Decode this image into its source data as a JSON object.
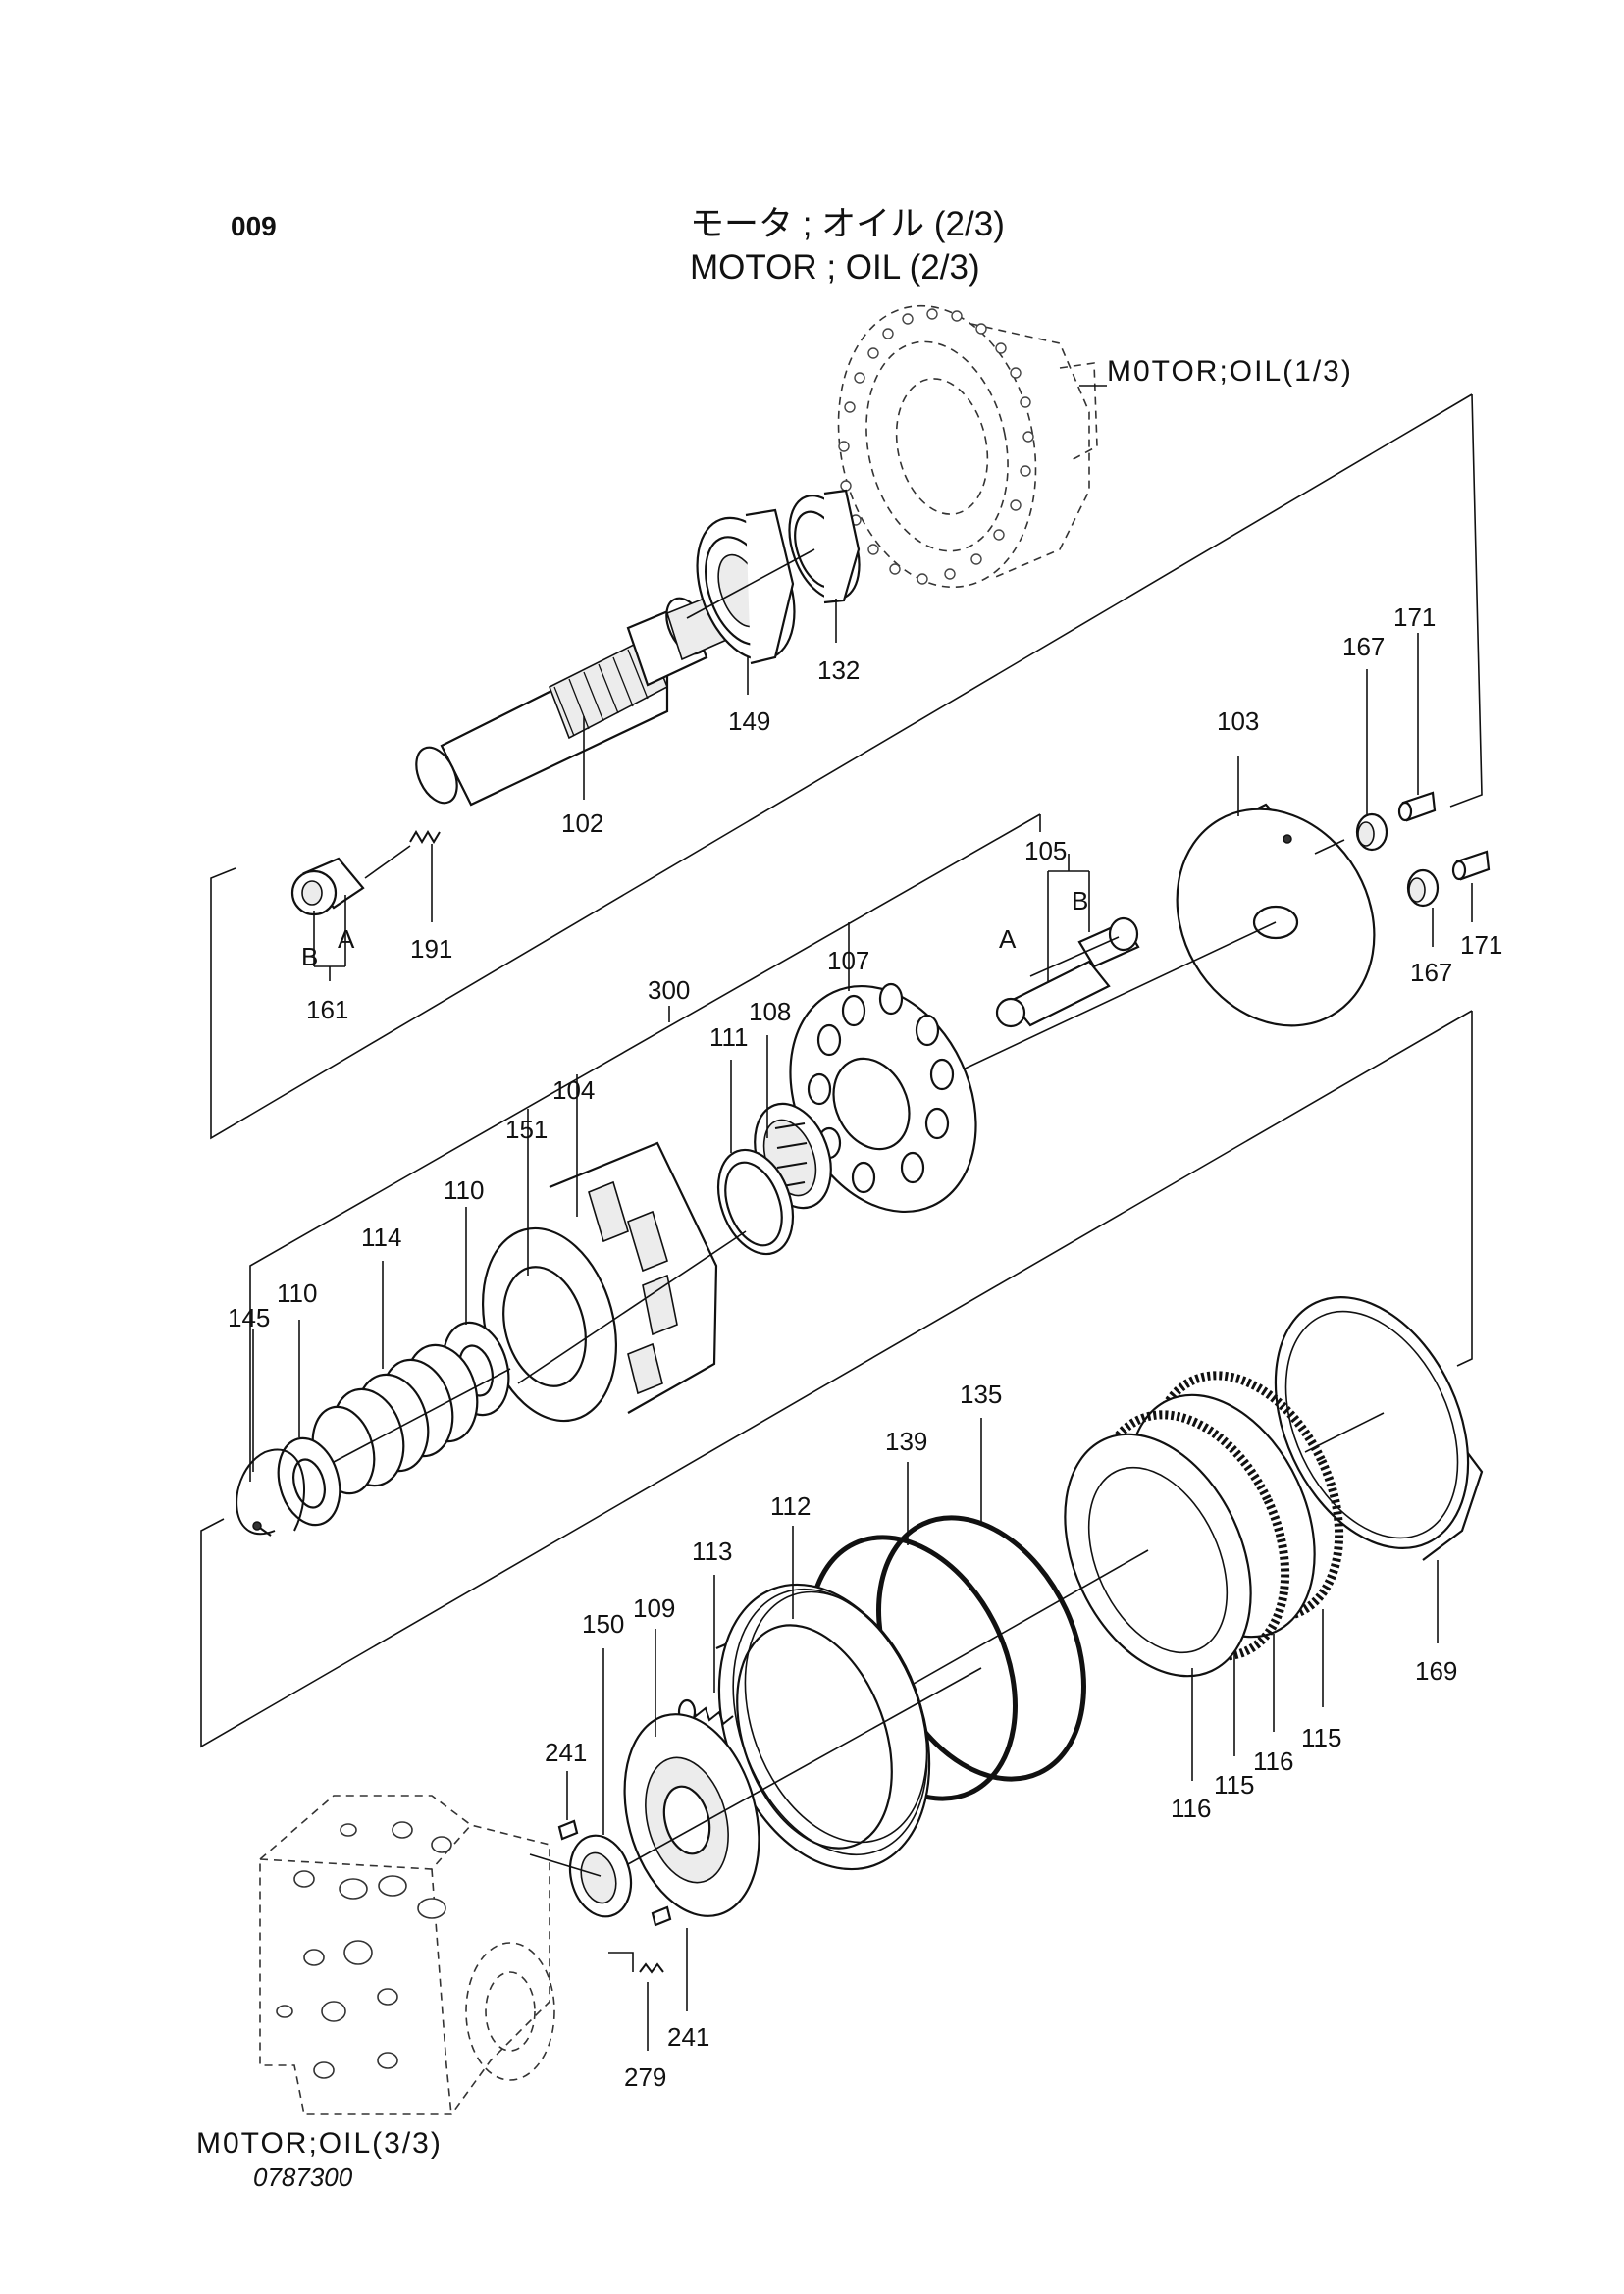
{
  "header": {
    "page_number": "009",
    "title_jp": "モータ ; オイル (2/3)",
    "title_en": "MOTOR ; OIL (2/3)"
  },
  "references": {
    "upper": "M0TOR;OIL(1/3)",
    "lower": "M0TOR;OIL(3/3)"
  },
  "document_number": "0787300",
  "part_labels": {
    "p102": "102",
    "p149": "149",
    "p132": "132",
    "p103": "103",
    "p167a": "167",
    "p171a": "171",
    "p167b": "167",
    "p171b": "171",
    "p191": "191",
    "p161": "161",
    "p161_A": "A",
    "p161_B": "B",
    "p105": "105",
    "p105_A": "A",
    "p105_B": "B",
    "p107": "107",
    "p300": "300",
    "p111": "111",
    "p108": "108",
    "p151": "151",
    "p104": "104",
    "p110a": "110",
    "p110b": "110",
    "p114": "114",
    "p145": "145",
    "p139": "139",
    "p135": "135",
    "p112": "112",
    "p113": "113",
    "p109": "109",
    "p150": "150",
    "p241a": "241",
    "p241b": "241",
    "p279": "279",
    "p169": "169",
    "p116a": "116",
    "p115a": "115",
    "p116b": "116",
    "p115b": "115"
  }
}
